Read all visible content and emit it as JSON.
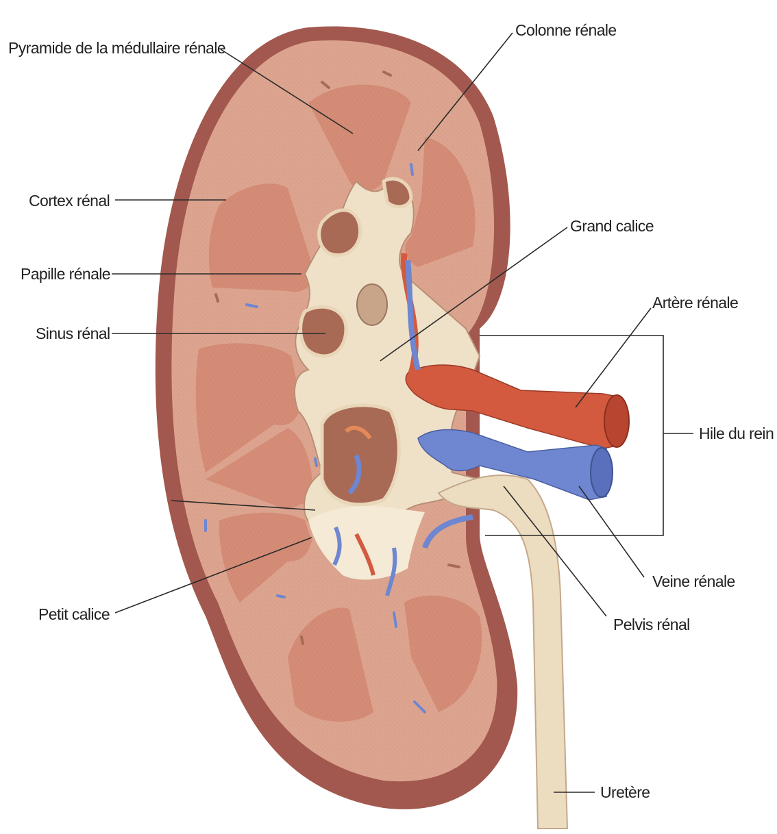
{
  "labels": {
    "pyramide": "Pyramide de la médullaire rénale",
    "colonne": "Colonne rénale",
    "cortex": "Cortex rénal",
    "grand_calice": "Grand calice",
    "papille": "Papille rénale",
    "artere": "Artère rénale",
    "sinus": "Sinus rénal",
    "hile": "Hile du rein",
    "veine": "Veine rénale",
    "petit_calice": "Petit calice",
    "pelvis": "Pelvis rénal",
    "uretere": "Uretère"
  },
  "colors": {
    "capsule": "#a2584e",
    "cortex": "#dca48e",
    "medulla": "#d48c76",
    "sinus": "#efe1c8",
    "artery": "#d35a3f",
    "vein": "#6f86d0",
    "ureter": "#ecdcc0"
  }
}
